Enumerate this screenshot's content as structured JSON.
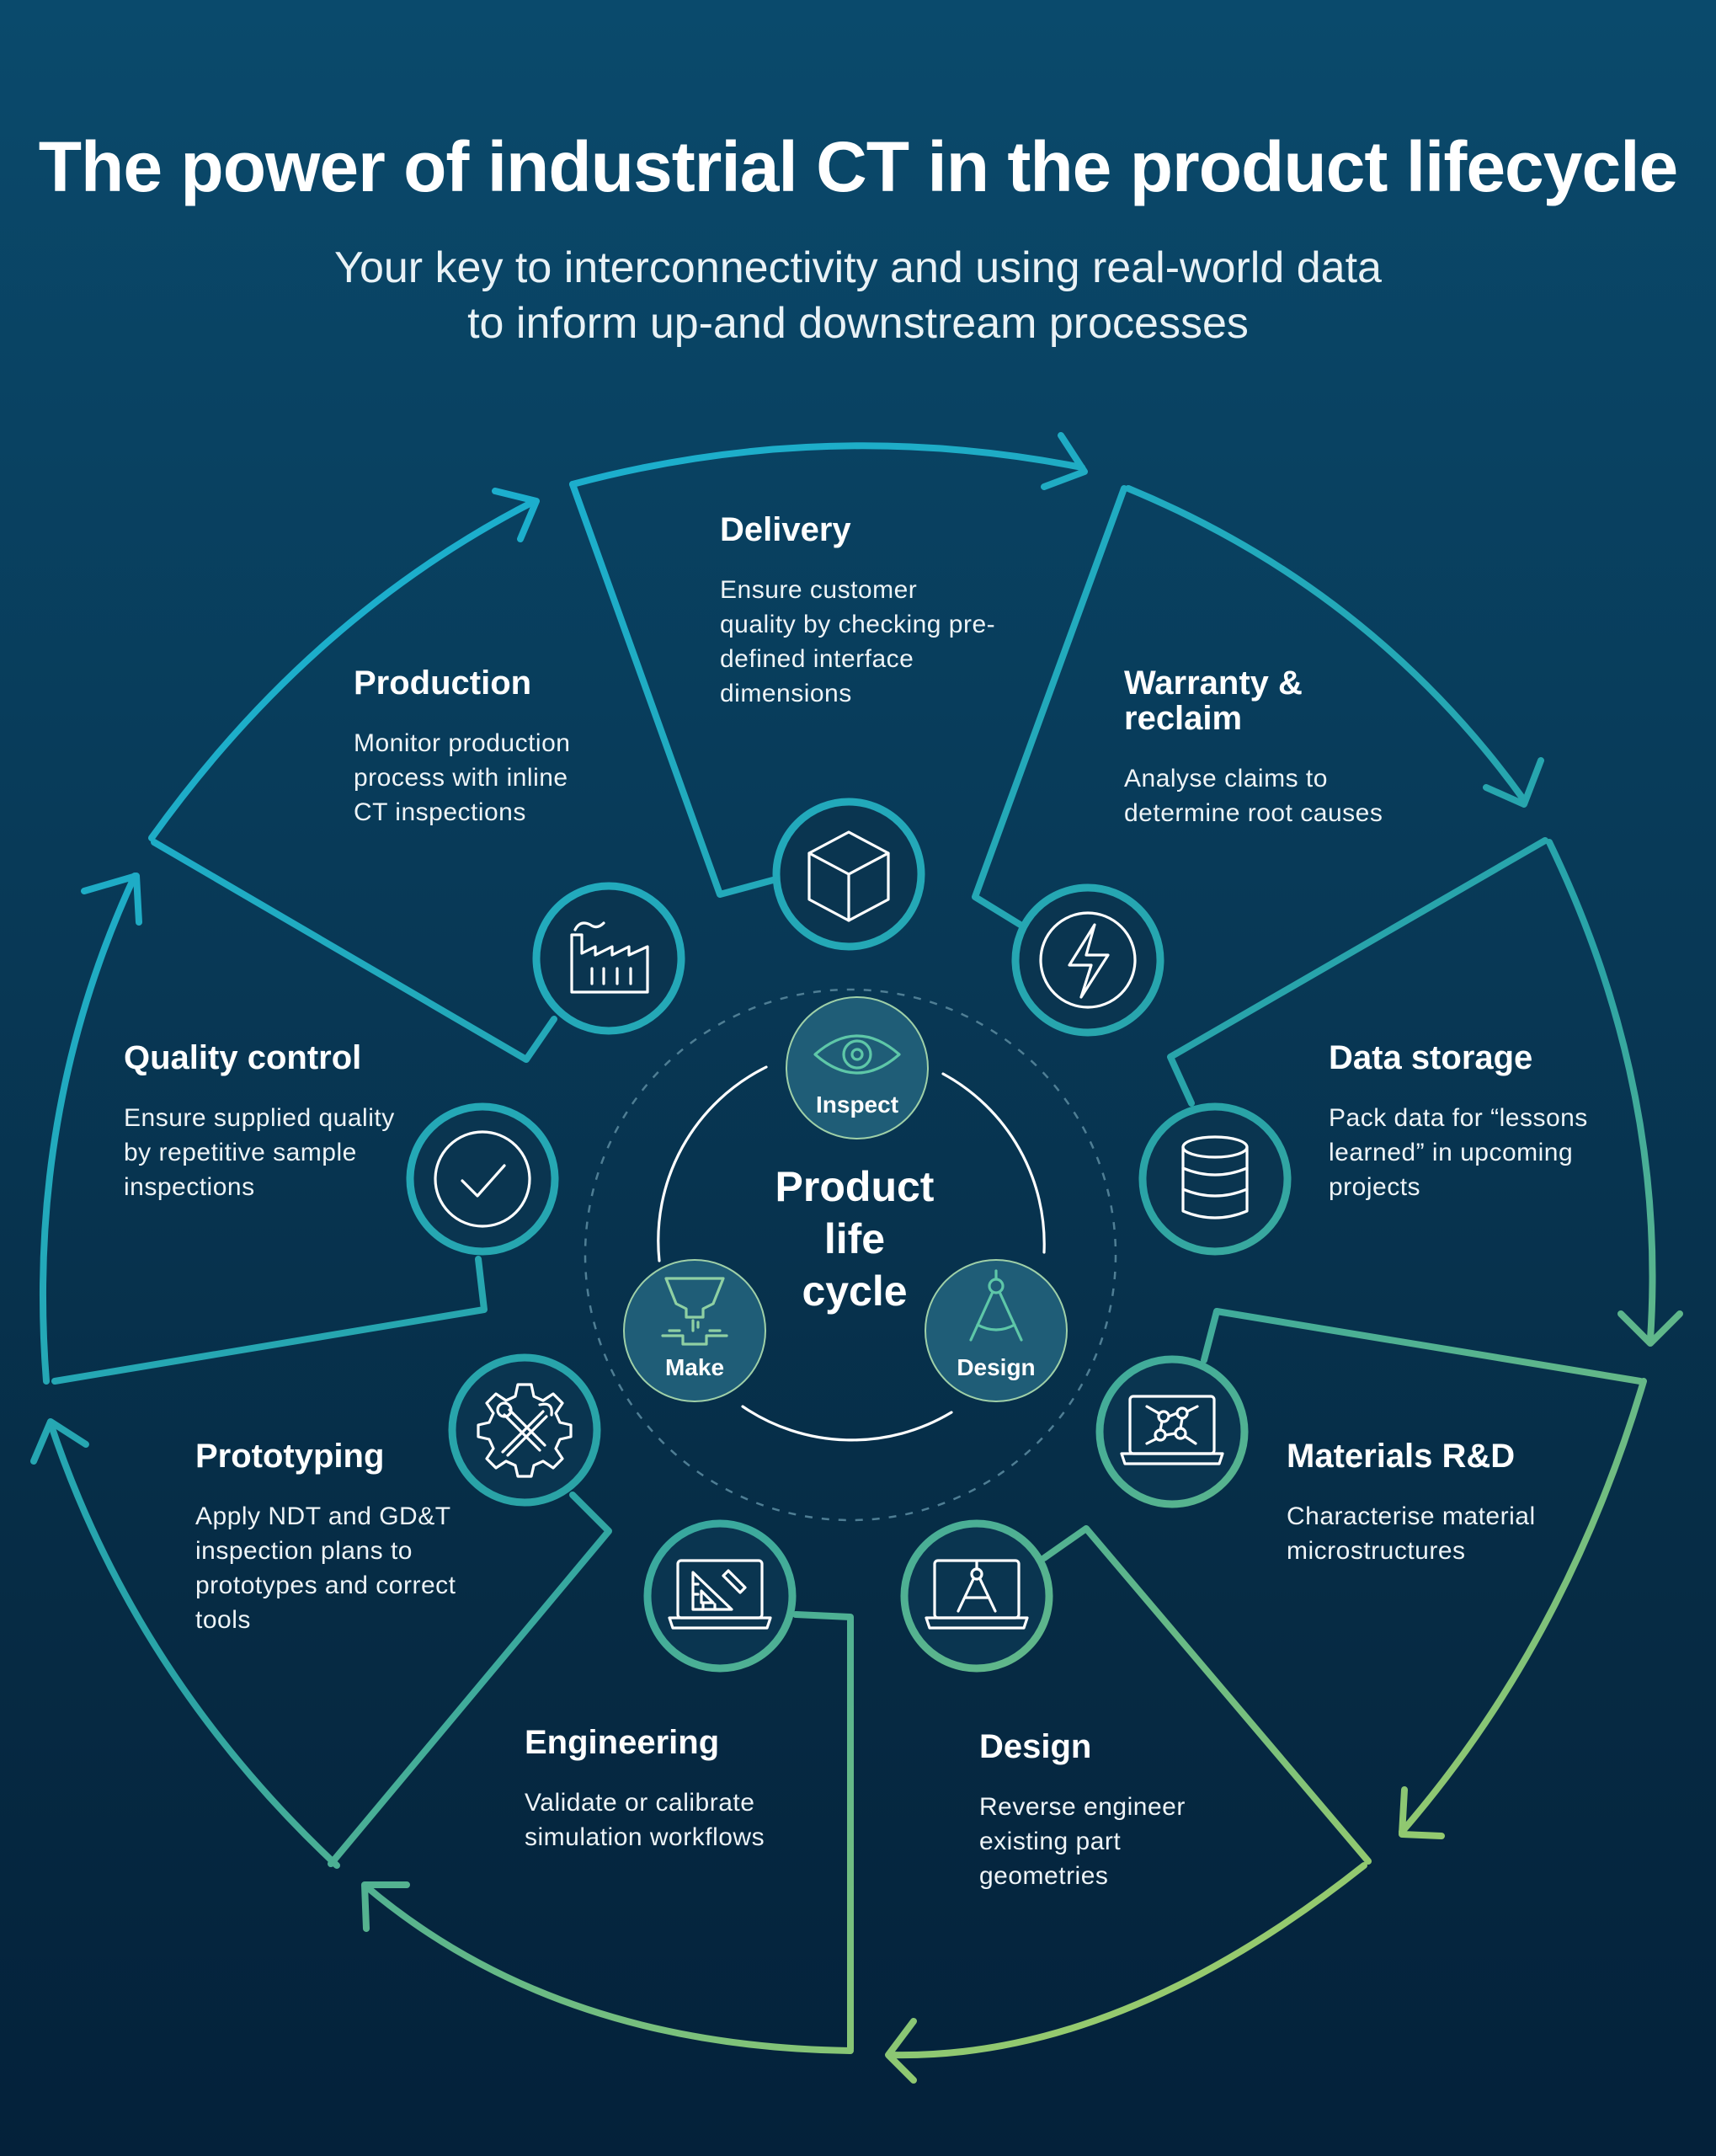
{
  "header": {
    "title": "The power of industrial CT in the product lifecycle",
    "subtitle_line1": "Your key to interconnectivity and using real-world data",
    "subtitle_line2": "to inform up-and downstream processes"
  },
  "segments": [
    {
      "title": "Delivery",
      "description": "Ensure customer quality by checking pre-defined interface dimensions",
      "icon": "cube-icon"
    },
    {
      "title": "Warranty & reclaim",
      "description": "Analyse claims to determine root causes",
      "icon": "lightning-icon"
    },
    {
      "title": "Data storage",
      "description": "Pack data for “lessons learned” in upcoming projects",
      "icon": "database-icon"
    },
    {
      "title": "Materials R&D",
      "description": "Characterise material microstructures",
      "icon": "laptop-microstructure-icon"
    },
    {
      "title": "Design",
      "description": "Reverse engineer existing part geometries",
      "icon": "laptop-compass-icon"
    },
    {
      "title": "Engineering",
      "description": "Validate or calibrate simulation workflows",
      "icon": "laptop-ruler-icon"
    },
    {
      "title": "Prototyping",
      "description": "Apply NDT and GD&T inspection plans to prototypes and correct tools",
      "icon": "gear-tools-icon"
    },
    {
      "title": "Quality control",
      "description": "Ensure supplied quality by repetitive sample inspections",
      "icon": "checkmark-icon"
    },
    {
      "title": "Production",
      "description": "Monitor production process with inline CT inspections",
      "icon": "factory-icon"
    }
  ],
  "center": {
    "title_line1": "Product",
    "title_line2": "life",
    "title_line3": "cycle",
    "stages": [
      {
        "label": "Inspect",
        "icon": "eye-icon"
      },
      {
        "label": "Make",
        "icon": "dispenser-icon"
      },
      {
        "label": "Design",
        "icon": "compass-icon"
      }
    ]
  },
  "colors": {
    "background_top": "#0a4a6c",
    "background_bottom": "#04213a",
    "gradient_start": "#1ab0d2",
    "gradient_mid": "#2aa3a6",
    "gradient_end": "#a6d065",
    "node_fill": "#1f5d77"
  }
}
